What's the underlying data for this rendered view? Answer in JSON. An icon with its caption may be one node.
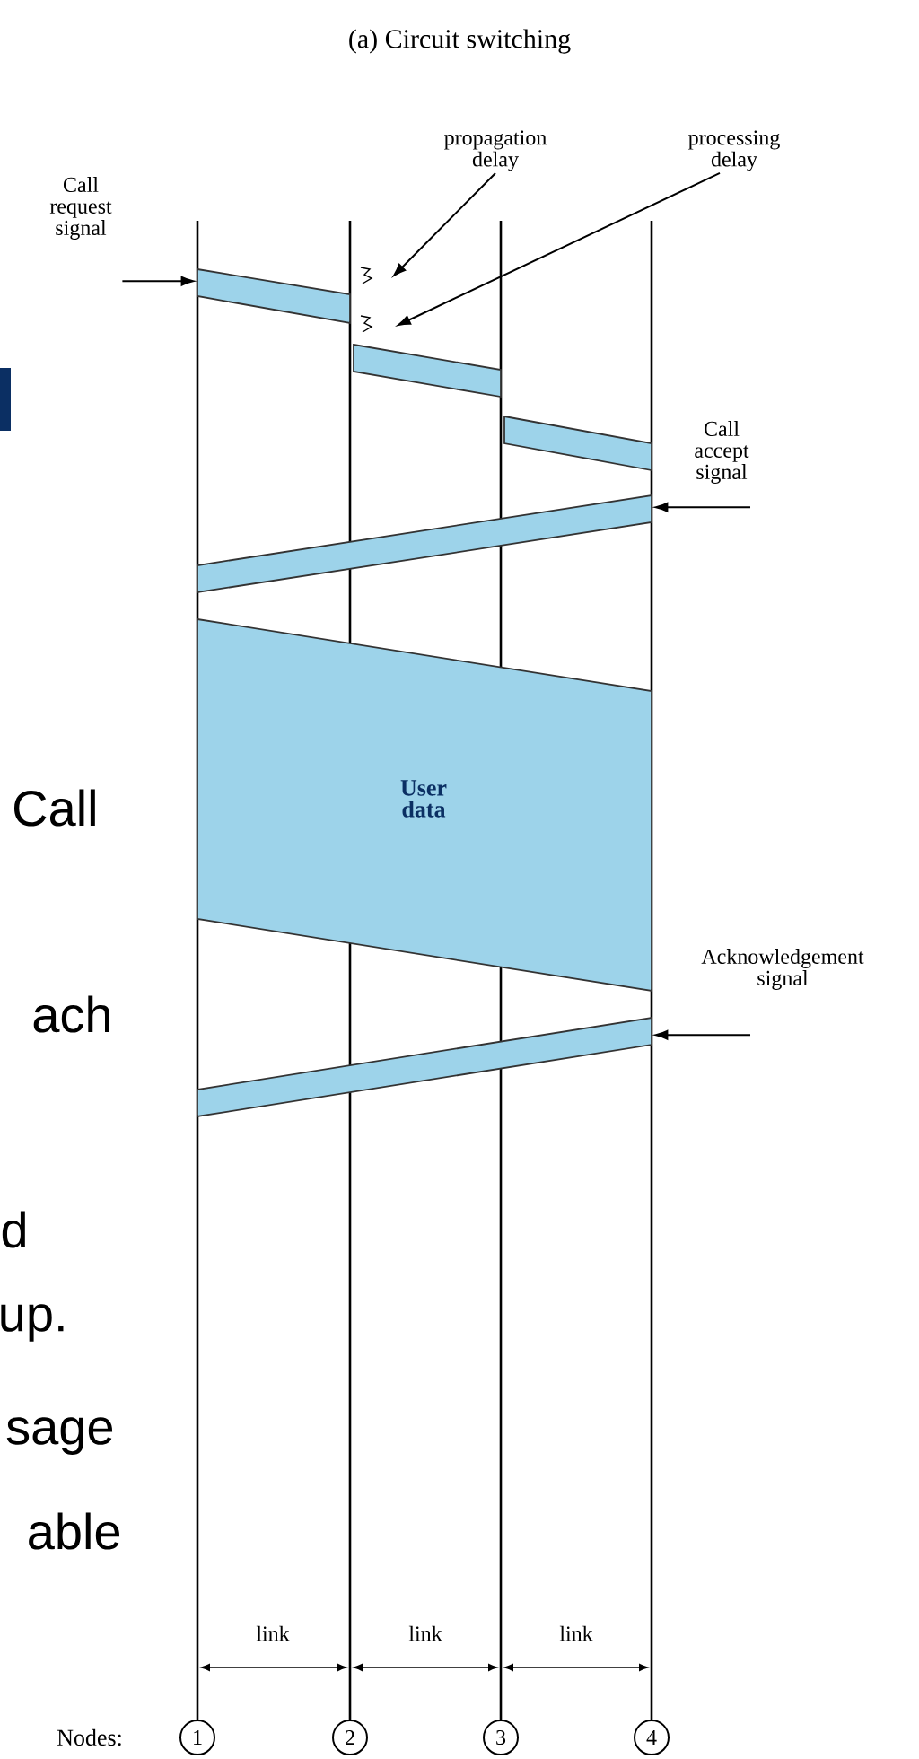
{
  "diagram": {
    "title": "(a) Circuit switching",
    "nodes": [
      {
        "text": [
          "Call request signal"
        ]
      },
      {
        "text": [
          "propagation delay"
        ]
      },
      {
        "text": [
          "processing delay"
        ]
      },
      {
        "text": [
          "Call accept signal"
        ]
      },
      {
        "text": [
          "Acknowledgement signal"
        ]
      },
      {
        "text": [
          "User data"
        ]
      },
      {
        "text": [],
        "shape": "bar"
      },
      {
        "text": [],
        "shape": "bar"
      },
      {
        "text": [],
        "shape": "bar"
      },
      {
        "text": [],
        "shape": "bar"
      },
      {
        "text": [],
        "shape": "bar"
      },
      {
        "text": [
          "1"
        ]
      },
      {
        "text": [
          "2"
        ]
      },
      {
        "text": [
          "3"
        ]
      },
      {
        "text": [
          "4"
        ]
      }
    ],
    "edges": [
      {
        "from": 0,
        "to": 6,
        "arrow": "to"
      },
      {
        "from": 1,
        "to": null,
        "arrow": "to"
      },
      {
        "from": 2,
        "to": null,
        "arrow": "to"
      },
      {
        "from": 3,
        "to": 9,
        "arrow": "to"
      },
      {
        "from": 4,
        "to": 10,
        "arrow": "to"
      }
    ],
    "labels": [
      "Call",
      "ach",
      "d",
      "up.",
      "sage",
      "able",
      "link",
      "link",
      "link",
      "Nodes:"
    ]
  }
}
